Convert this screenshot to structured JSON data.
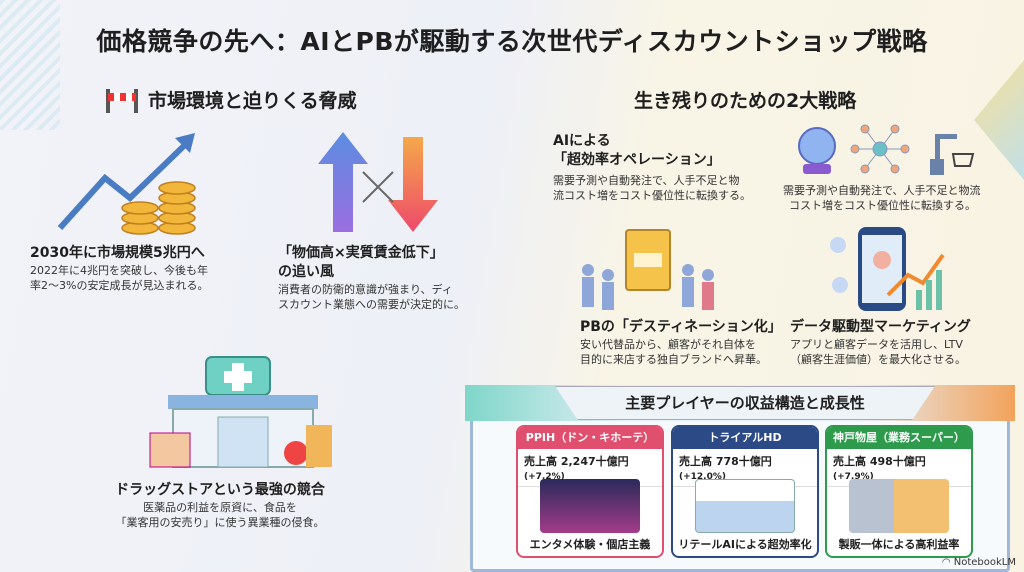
{
  "title": "価格競争の先へ：AIとPBが駆動する次世代ディスカウントショップ戦略",
  "left": {
    "heading": "市場環境と迫りくる脅威",
    "market": {
      "title": "2030年に市場規模5兆円へ",
      "body1": "2022年に4兆円を突破し、今後も年",
      "body2": "率2〜3%の安定成長が見込まれる。"
    },
    "tailwind": {
      "title1": "「物価高×実質賃金低下」",
      "title2": "の追い風",
      "body1": "消費者の防衛的意識が強まり、ディ",
      "body2": "スカウント業態への需要が決定的に。"
    },
    "drugstore": {
      "title": "ドラッグストアという最強の競合",
      "body1": "医薬品の利益を原資に、食品を",
      "body2": "「業客用の安売り」に使う異業種の侵食。"
    }
  },
  "right": {
    "heading": "生き残りのための2大戦略",
    "ai": {
      "title1": "AIによる",
      "title2": "「超効率オペレーション」",
      "body1": "需要予測や自動発注で、人手不足と物",
      "body2": "流コスト増をコスト優位性に転換する。",
      "body_alt1": "需要予測や自動発注で、人手不足と物流",
      "body_alt2": "コスト増をコスト優位性に転換する。"
    },
    "pb": {
      "title": "PBの「デスティネーション化」",
      "body1": "安い代替品から、顧客がそれ自体を",
      "body2": "目的に来店する独自ブランドへ昇華。"
    },
    "data": {
      "title": "データ駆動型マーケティング",
      "body1": "アプリと顧客データを活用し、LTV",
      "body2": "（顧客生涯価値）を最大化させる。"
    }
  },
  "players": {
    "heading": "主要プレイヤーの収益構造と成長性",
    "cards": [
      {
        "name": "PPIH（ドン・キホーテ）",
        "revenue": "売上高 2,247十億円",
        "growth": "(+7.2%)",
        "feature": "エンタメ体験・個店主義",
        "color": "#e0506e"
      },
      {
        "name": "トライアルHD",
        "revenue": "売上高 778十億円",
        "growth": "(+12.0%)",
        "feature": "リテールAIによる超効率化",
        "color": "#2b4a86"
      },
      {
        "name": "神戸物屋（業務スーパー）",
        "revenue": "売上高 498十億円",
        "growth": "(+7.9%)",
        "feature": "製販一体による高利益率",
        "color": "#2e9a4c"
      }
    ]
  },
  "watermark": "NotebookLM"
}
